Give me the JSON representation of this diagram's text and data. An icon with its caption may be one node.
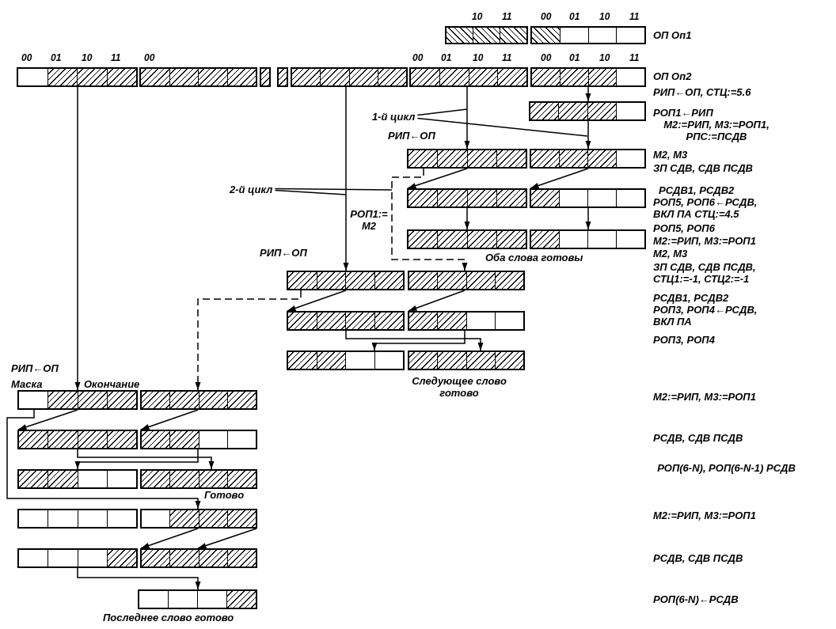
{
  "diagram": {
    "nodes": [
      {
        "text": [],
        "shape": "bar"
      },
      {
        "text": [],
        "shape": "bar"
      },
      {
        "text": [],
        "shape": "bar"
      },
      {
        "text": [],
        "shape": "bar"
      },
      {
        "text": [],
        "shape": "bar"
      },
      {
        "text": [],
        "shape": "bar"
      },
      {
        "text": [],
        "shape": "bar"
      },
      {
        "text": [],
        "shape": "bar"
      },
      {
        "text": [
          "1-й цикл"
        ]
      },
      {
        "text": [],
        "shape": "bar"
      },
      {
        "text": [],
        "shape": "bar"
      },
      {
        "text": [
          "2-й цикл"
        ]
      },
      {
        "text": [],
        "shape": "bar"
      },
      {
        "text": [],
        "shape": "bar"
      },
      {
        "text": [],
        "shape": "bar"
      },
      {
        "text": [],
        "shape": "bar"
      },
      {
        "text": [],
        "shape": "bar"
      },
      {
        "text": [],
        "shape": "bar"
      },
      {
        "text": [],
        "shape": "bar"
      },
      {
        "text": [],
        "shape": "bar"
      },
      {
        "text": [],
        "shape": "bar"
      },
      {
        "text": [],
        "shape": "bar"
      },
      {
        "text": [],
        "shape": "bar"
      },
      {
        "text": [],
        "shape": "bar"
      },
      {
        "text": [],
        "shape": "bar"
      },
      {
        "text": [],
        "shape": "bar"
      },
      {
        "text": [],
        "shape": "bar"
      },
      {
        "text": [],
        "shape": "bar"
      },
      {
        "text": [],
        "shape": "bar"
      },
      {
        "text": [],
        "shape": "bar"
      },
      {
        "text": [],
        "shape": "bar"
      },
      {
        "text": [],
        "shape": "bar"
      },
      {
        "text": [],
        "shape": "bar",
        "beside": [
          "Последнее слово готово"
        ]
      }
    ],
    "edges": [
      {
        "from": 6,
        "to": 7,
        "arrow": "to"
      },
      {
        "from": 5,
        "to": 9,
        "arrow": "to"
      },
      {
        "from": 7,
        "to": 10,
        "arrow": "to"
      },
      {
        "from": 9,
        "to": 12,
        "arrow": "to"
      },
      {
        "from": 10,
        "to": 13,
        "arrow": "to"
      },
      {
        "from": 12,
        "to": 14,
        "arrow": "to"
      },
      {
        "from": 13,
        "to": 15,
        "arrow": "to"
      },
      {
        "from": 9,
        "to": 17,
        "arrow": "to",
        "style": "dashed"
      },
      {
        "from": 4,
        "to": 16,
        "arrow": "to"
      },
      {
        "from": 16,
        "to": 18,
        "arrow": "to"
      },
      {
        "from": 17,
        "to": 19,
        "arrow": "to"
      },
      {
        "from": 16,
        "to": 23,
        "arrow": "to",
        "style": "dashed"
      },
      {
        "from": 18,
        "to": 21,
        "arrow": "to"
      },
      {
        "from": 19,
        "to": 20,
        "arrow": "to"
      },
      {
        "from": 2,
        "to": 22,
        "arrow": "to"
      },
      {
        "from": 22,
        "to": 24,
        "arrow": "to"
      },
      {
        "from": 23,
        "to": 25,
        "arrow": "to"
      },
      {
        "from": 22,
        "to": 29,
        "arrow": "to"
      },
      {
        "from": 24,
        "to": 27,
        "arrow": "to"
      },
      {
        "from": 25,
        "to": 26,
        "arrow": "to"
      },
      {
        "from": 29,
        "to": 31,
        "arrow": "to"
      },
      {
        "from": 29,
        "to": 31,
        "arrow": "to"
      },
      {
        "from": 30,
        "to": 32,
        "arrow": "to"
      },
      {
        "from": 8,
        "to": null,
        "arrow": "none"
      },
      {
        "from": 8,
        "to": null,
        "arrow": "none"
      },
      {
        "from": 11,
        "to": null,
        "arrow": "none"
      },
      {
        "from": 11,
        "to": null,
        "arrow": "none"
      }
    ],
    "labels": [
      "10",
      "11",
      "00",
      "01",
      "10",
      "11",
      "ОП Оп1",
      "00",
      "01",
      "10",
      "11",
      "00",
      "00",
      "01",
      "10",
      "11",
      "00",
      "01",
      "10",
      "11",
      "ОП Оп2",
      "РИП←ОП, СТЦ:=5.6",
      "РОП1←РИП",
      "РИП←ОП",
      "М2:=РИП, М3:=РОП1, РПС:=ПСДВ",
      "М2, М3",
      "ЗП СДВ, СДВ ПСДВ",
      "РСДВ1, РСДВ2",
      "РОП1:= М2",
      "РОП5, РОП6←РСДВ, ВКЛ ПА СТЦ:=4.5",
      "РОП5, РОП6",
      "М2:=РИП, М3:=РОП1",
      "РИП←ОП",
      "Оба слова готовы",
      "М2, М3",
      "ЗП СДВ, СДВ ПСДВ, СТЦ1:=-1, СТЦ2:=-1",
      "РСДВ1, РСДВ2",
      "РОП3, РОП4←РСДВ, ВКЛ ПА",
      "РОП3, РОП4",
      "РИП←ОП",
      "Следующее слово готово",
      "Маска",
      "Окончание",
      "М2:=РИП, М3:=РОП1",
      "РСДВ, СДВ ПСДВ",
      "РОП(6-N), РОП(6-N-1) РСДВ",
      "Готово",
      "М2:=РИП, М3:=РОП1",
      "РСДВ, СДВ ПСДВ",
      "РОП(6-N)←РСДВ"
    ]
  }
}
